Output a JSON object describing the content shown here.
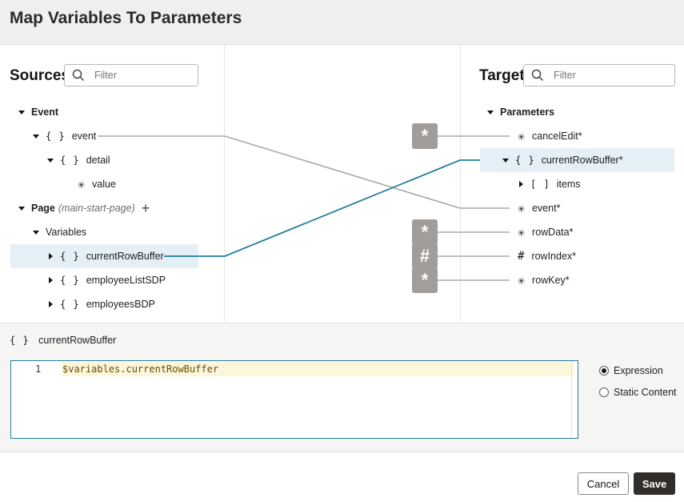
{
  "dialog": {
    "title": "Map Variables To Parameters"
  },
  "sources": {
    "title": "Sources",
    "filter_placeholder": "Filter",
    "tree": [
      {
        "label": "Event",
        "type": ""
      },
      {
        "label": "event",
        "type": "{ }"
      },
      {
        "label": "detail",
        "type": "{ }"
      },
      {
        "label": "value",
        "type": "*"
      },
      {
        "label": "Page",
        "type": "",
        "suffix": "(main-start-page)"
      },
      {
        "label": "Variables",
        "type": ""
      },
      {
        "label": "currentRowBuffer",
        "type": "{ }"
      },
      {
        "label": "employeeListSDP",
        "type": "{ }"
      },
      {
        "label": "employeesBDP",
        "type": "{ }"
      }
    ]
  },
  "target": {
    "title": "Target",
    "filter_placeholder": "Filter",
    "tree": [
      {
        "label": "Parameters",
        "type": ""
      },
      {
        "label": "cancelEdit*",
        "type": "*"
      },
      {
        "label": "currentRowBuffer*",
        "type": "{ }"
      },
      {
        "label": "items",
        "type": "[ ]"
      },
      {
        "label": "event*",
        "type": "*"
      },
      {
        "label": "rowData*",
        "type": "*"
      },
      {
        "label": "rowIndex*",
        "type": "#"
      },
      {
        "label": "rowKey*",
        "type": "*"
      }
    ],
    "badges": [
      "*",
      "*",
      "#",
      "*"
    ]
  },
  "editor": {
    "selected_type": "{ }",
    "selected_label": "currentRowBuffer",
    "line_number": "1",
    "code": "$variables.currentRowBuffer"
  },
  "mode": {
    "options": [
      "Expression",
      "Static Content"
    ],
    "selected": "Expression"
  },
  "buttons": {
    "cancel": "Cancel",
    "save": "Save"
  },
  "colors": {
    "active_mapping": "#227e9e",
    "inactive_mapping": "#aaa8a5",
    "selection": "#e4eff6"
  }
}
